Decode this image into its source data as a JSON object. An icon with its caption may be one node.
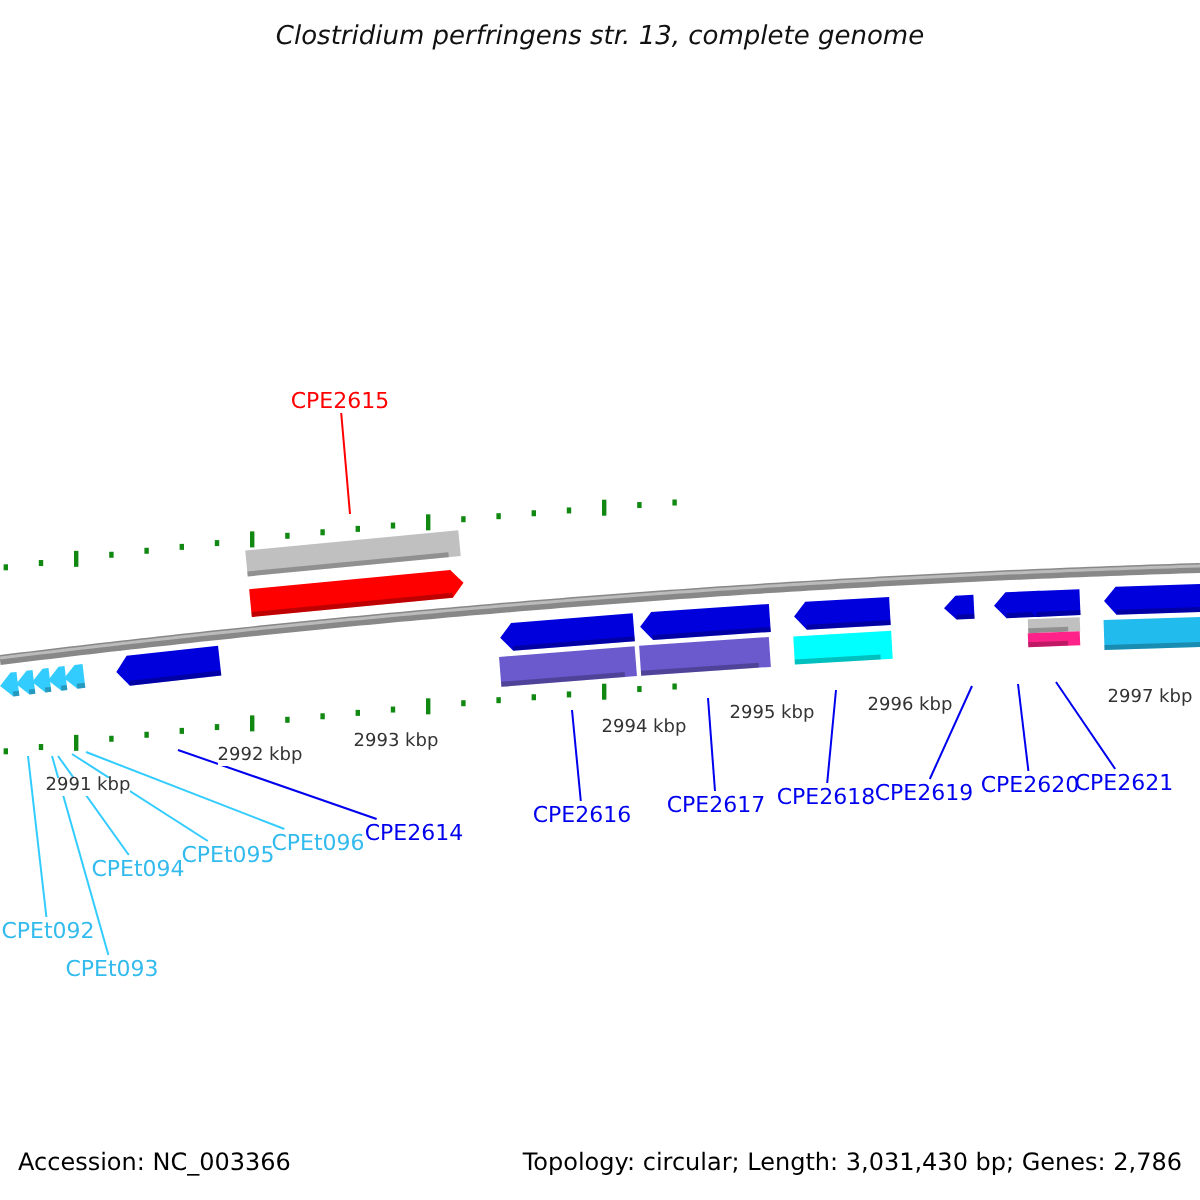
{
  "diagram": {
    "title": "Clostridium perfringens str. 13, complete genome",
    "nodes": [
      {
        "text": [
          "CPE2615"
        ]
      },
      {
        "text": [
          "CPE2614"
        ]
      },
      {
        "text": [
          "CPE2616"
        ]
      },
      {
        "text": [
          "CPE2617"
        ]
      },
      {
        "text": [
          "CPE2618"
        ]
      },
      {
        "text": [
          "CPE2619"
        ]
      },
      {
        "text": [
          "CPE2620"
        ]
      },
      {
        "text": [
          "CPE2621"
        ]
      },
      {
        "text": [
          "CPEt096"
        ]
      },
      {
        "text": [
          "CPEt095"
        ]
      },
      {
        "text": [
          "CPEt094"
        ]
      },
      {
        "text": [
          "CPEt092"
        ]
      },
      {
        "text": [
          "CPEt093"
        ]
      }
    ],
    "edges": [
      {
        "from": 0,
        "to": null,
        "arrow": "none",
        "color": "#ff0000"
      },
      {
        "from": 1,
        "to": null,
        "arrow": "none"
      },
      {
        "from": 2,
        "to": null,
        "arrow": "none"
      },
      {
        "from": 3,
        "to": null,
        "arrow": "none"
      },
      {
        "from": 4,
        "to": null,
        "arrow": "none"
      },
      {
        "from": 5,
        "to": null,
        "arrow": "none"
      },
      {
        "from": 6,
        "to": null,
        "arrow": "none"
      },
      {
        "from": 7,
        "to": null,
        "arrow": "none"
      },
      {
        "from": 8,
        "to": null,
        "arrow": "none",
        "color": "#33ccff"
      },
      {
        "from": 9,
        "to": null,
        "arrow": "none",
        "color": "#33ccff"
      },
      {
        "from": 10,
        "to": null,
        "arrow": "none",
        "color": "#33ccff"
      },
      {
        "from": 11,
        "to": null,
        "arrow": "none",
        "color": "#33ccff"
      },
      {
        "from": 12,
        "to": null,
        "arrow": "none",
        "color": "#33ccff"
      }
    ],
    "labels": [
      "2991 kbp",
      "2992 kbp",
      "2993 kbp",
      "2994 kbp",
      "2995 kbp",
      "2996 kbp",
      "2997 kbp",
      "Accession: NC_003366",
      "Topology: circular; Length: 3,031,430 bp; Genes: 2,786"
    ]
  }
}
